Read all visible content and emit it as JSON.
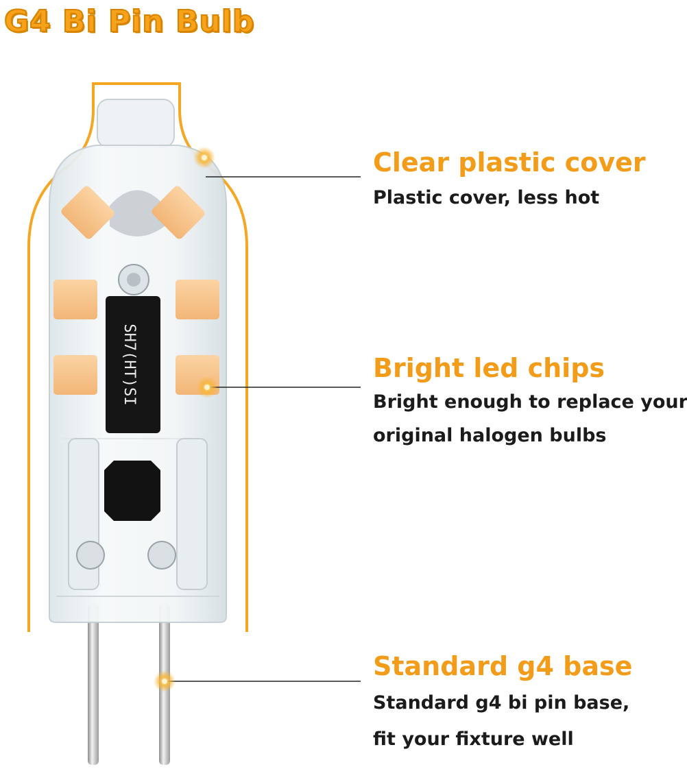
{
  "header": {
    "title": "G4 Bi Pin Bulb"
  },
  "product": {
    "chip_label": "SH7(HT)SI",
    "icon": "g4-bi-pin-led-bulb-illustration",
    "colors": {
      "accent": "#f39c1a",
      "outline": "#f5a623",
      "led": "#f6c48b",
      "pointer": "#f7b53a"
    }
  },
  "callouts": [
    {
      "title": "Clear plastic cover",
      "lines": [
        "Plastic cover, less hot"
      ]
    },
    {
      "title": "Bright led chips",
      "lines": [
        "Bright enough to replace your",
        "original halogen bulbs"
      ]
    },
    {
      "title": "Standard g4 base",
      "lines": [
        "Standard g4 bi pin base,",
        "fit your fixture well"
      ]
    }
  ]
}
